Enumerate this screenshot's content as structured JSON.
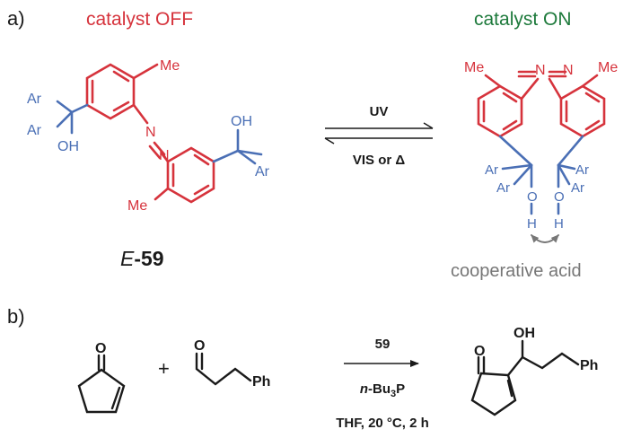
{
  "panel_a": {
    "label": "a)",
    "off_title": "catalyst OFF",
    "on_title": "catalyst ON",
    "compound_prefix": "E",
    "compound_suffix": "-59",
    "forward_label": "UV",
    "reverse_label": "VIS or Δ",
    "coop_label": "cooperative acid",
    "off_atoms": {
      "me_top": "Me",
      "ar1": "Ar",
      "ar2": "Ar",
      "oh_left": "OH",
      "n1": "N",
      "n2": "N",
      "oh_right": "OH",
      "ar3": "Ar",
      "me_bottom": "Me"
    },
    "on_atoms": {
      "me_left": "Me",
      "me_right": "Me",
      "n_left": "N",
      "n_right": "N",
      "ar_l1": "Ar",
      "ar_l2": "Ar",
      "ar_r1": "Ar",
      "ar_r2": "Ar",
      "o_left": "O",
      "o_right": "O",
      "h_left": "H",
      "h_right": "H"
    }
  },
  "panel_b": {
    "label": "b)",
    "plus": "+",
    "reagent_catalyst": "59",
    "reagent_base_prefix": "n",
    "reagent_base_main": "-Bu",
    "reagent_base_sub": "3",
    "reagent_base_tail": "P",
    "conditions": "THF, 20 °C, 2 h",
    "atoms": {
      "o_enone": "O",
      "o_ald": "O",
      "ph_ald": "Ph",
      "o_prod": "O",
      "oh_prod": "OH",
      "ph_prod": "Ph"
    }
  },
  "colors": {
    "red": "#d6333c",
    "blue": "#4a6fb5",
    "green": "#1e7a3c",
    "gray": "#777777",
    "black": "#1a1a1a"
  }
}
